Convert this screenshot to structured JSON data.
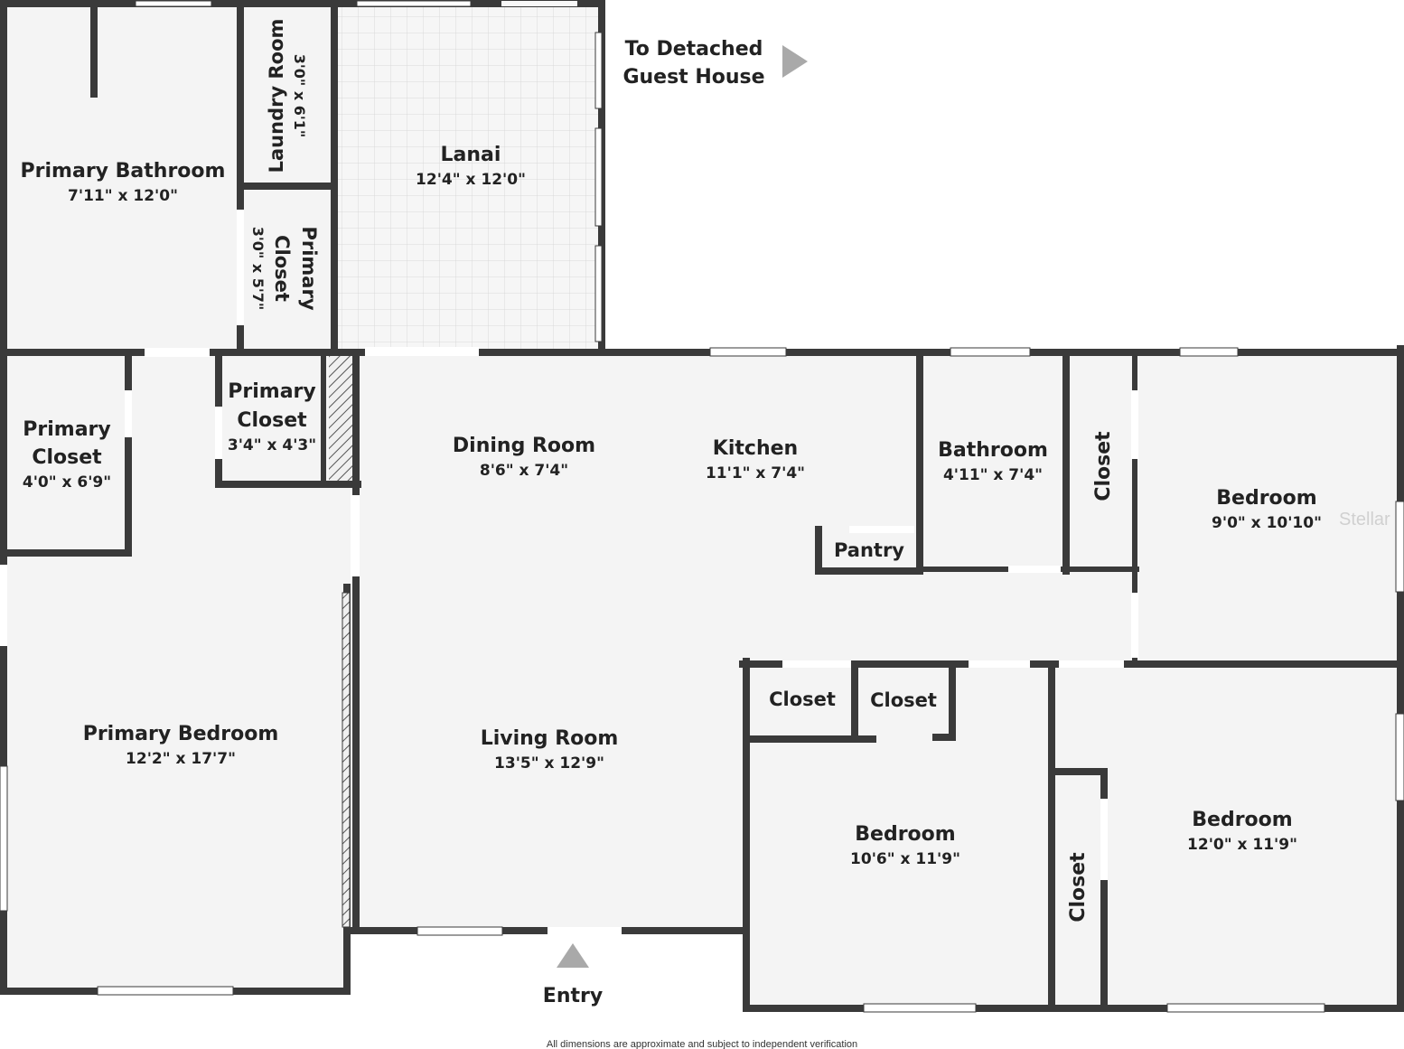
{
  "colors": {
    "wall": "#3a3a3a",
    "floor": "#f4f4f4",
    "window": "#ffffff",
    "arrow": "#a9a9a9",
    "tile_line": "#d9d9d9"
  },
  "icons": [
    "right-arrow-icon",
    "up-arrow-icon"
  ],
  "guest_house": {
    "line1": "To Detached",
    "line2": "Guest House"
  },
  "entry": {
    "label": "Entry"
  },
  "watermark": "Stellar",
  "disclaimer": "All dimensions are approximate and subject to independent verification",
  "rooms": {
    "primary_bathroom": {
      "name": "Primary Bathroom",
      "dims": "7'11\" x 12'0\""
    },
    "laundry_room": {
      "name": "Laundry Room",
      "dims": "3'0\" x 6'1\""
    },
    "primary_closet_upper": {
      "name1": "Primary",
      "name2": "Closet",
      "dims": "3'0\" x 5'7\""
    },
    "lanai": {
      "name": "Lanai",
      "dims": "12'4\" x 12'0\""
    },
    "primary_closet_left": {
      "name1": "Primary",
      "name2": "Closet",
      "dims": "4'0\" x 6'9\""
    },
    "primary_closet_center": {
      "name1": "Primary",
      "name2": "Closet",
      "dims": "3'4\" x 4'3\""
    },
    "dining_room": {
      "name": "Dining Room",
      "dims": "8'6\" x 7'4\""
    },
    "kitchen": {
      "name": "Kitchen",
      "dims": "11'1\" x 7'4\""
    },
    "bathroom": {
      "name": "Bathroom",
      "dims": "4'11\" x 7'4\""
    },
    "closet_vertical_upper": {
      "name": "Closet"
    },
    "bedroom_upper_right": {
      "name": "Bedroom",
      "dims": "9'0\" x 10'10\""
    },
    "pantry": {
      "name": "Pantry"
    },
    "primary_bedroom": {
      "name": "Primary Bedroom",
      "dims": "12'2\" x 17'7\""
    },
    "living_room": {
      "name": "Living Room",
      "dims": "13'5\" x 12'9\""
    },
    "closet_a": {
      "name": "Closet"
    },
    "closet_b": {
      "name": "Closet"
    },
    "bedroom_center": {
      "name": "Bedroom",
      "dims": "10'6\" x 11'9\""
    },
    "bedroom_lower_right": {
      "name": "Bedroom",
      "dims": "12'0\" x 11'9\""
    },
    "closet_vertical_lower": {
      "name": "Closet"
    }
  }
}
